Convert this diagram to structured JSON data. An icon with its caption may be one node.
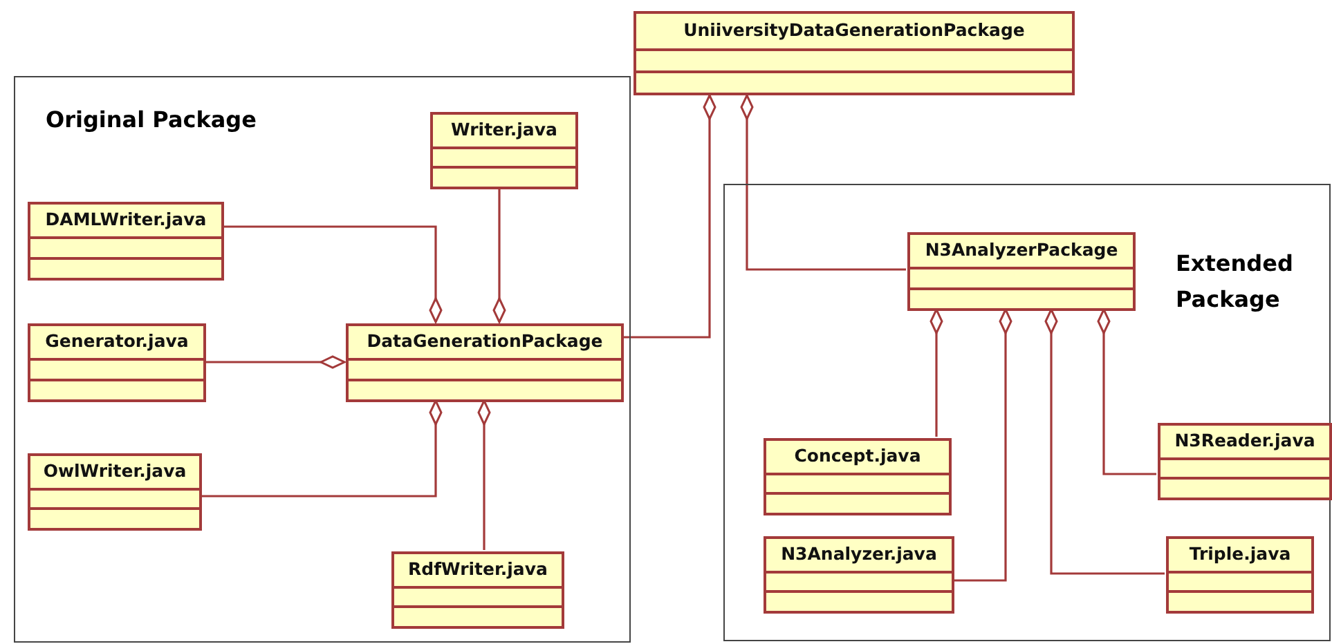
{
  "diagram": {
    "nodes": [
      {
        "text": [
          "UniiversityDataGenerationPackage"
        ]
      },
      {
        "text": [
          "Original Package"
        ]
      },
      {
        "text": [
          "Writer.java"
        ],
        "in": 1
      },
      {
        "text": [
          "DAMLWriter.java"
        ],
        "in": 1
      },
      {
        "text": [
          "Generator.java"
        ],
        "in": 1
      },
      {
        "text": [
          "DataGenerationPackage"
        ],
        "in": 1
      },
      {
        "text": [
          "OwlWriter.java"
        ],
        "in": 1
      },
      {
        "text": [
          "RdfWriter.java"
        ],
        "in": 1
      },
      {
        "text": [
          "Extended Package"
        ]
      },
      {
        "text": [
          "N3AnalyzerPackage"
        ],
        "in": 8
      },
      {
        "text": [
          "Concept.java"
        ],
        "in": 8
      },
      {
        "text": [
          "N3Reader.java"
        ],
        "in": 8
      },
      {
        "text": [
          "N3Analyzer.java"
        ],
        "in": 8
      },
      {
        "text": [
          "Triple.java"
        ],
        "in": 8
      }
    ],
    "edges": [
      {
        "from": 3,
        "to": 5,
        "arrow": "other"
      },
      {
        "from": 2,
        "to": 5,
        "arrow": "other"
      },
      {
        "from": 4,
        "to": 5,
        "arrow": "other"
      },
      {
        "from": 6,
        "to": 5,
        "arrow": "other"
      },
      {
        "from": 7,
        "to": 5,
        "arrow": "other"
      },
      {
        "from": 5,
        "to": 0,
        "arrow": "other"
      },
      {
        "from": 9,
        "to": 0,
        "arrow": "other"
      },
      {
        "from": 10,
        "to": 9,
        "arrow": "other"
      },
      {
        "from": 12,
        "to": 9,
        "arrow": "other"
      },
      {
        "from": 13,
        "to": 9,
        "arrow": "other"
      },
      {
        "from": 11,
        "to": 9,
        "arrow": "other"
      }
    ]
  }
}
